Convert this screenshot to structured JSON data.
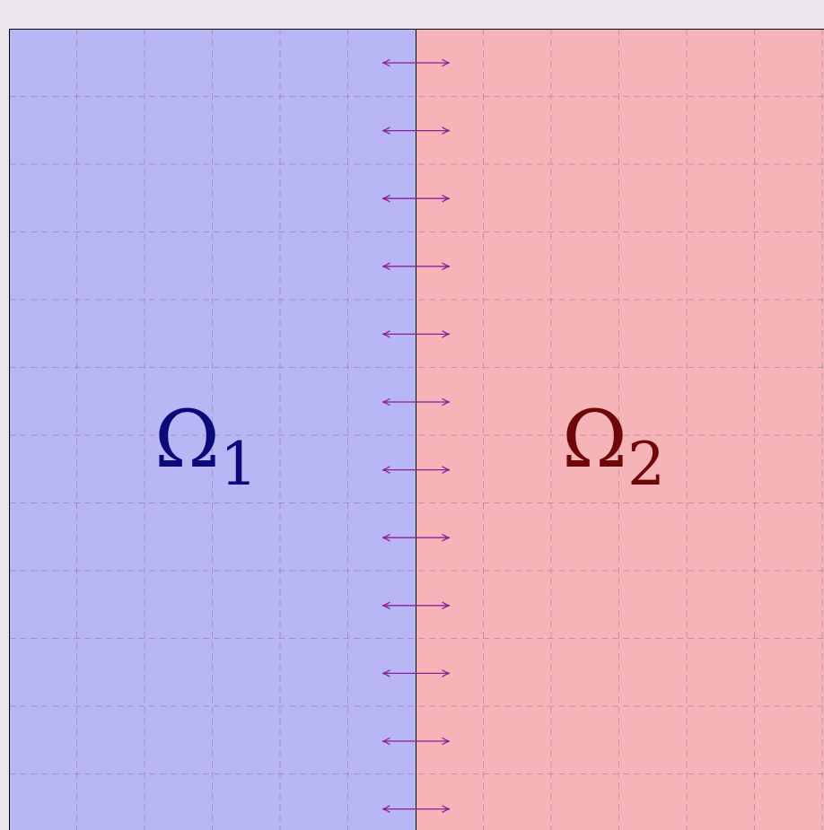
{
  "colors": {
    "background": "#ece6ec",
    "domain_left_fill": "#b8b6f4",
    "domain_right_fill": "#f6b4b8",
    "label_left": "#0c0a78",
    "label_right": "#6e0808",
    "interface_arrows": "#8a1f9a",
    "grid": "#7a6a88"
  },
  "domains": [
    {
      "symbol": "Ω",
      "subscript": "1"
    },
    {
      "symbol": "Ω",
      "subscript": "2"
    }
  ],
  "interface": {
    "arrow_count": 12,
    "arrow_style": "double-headed"
  }
}
